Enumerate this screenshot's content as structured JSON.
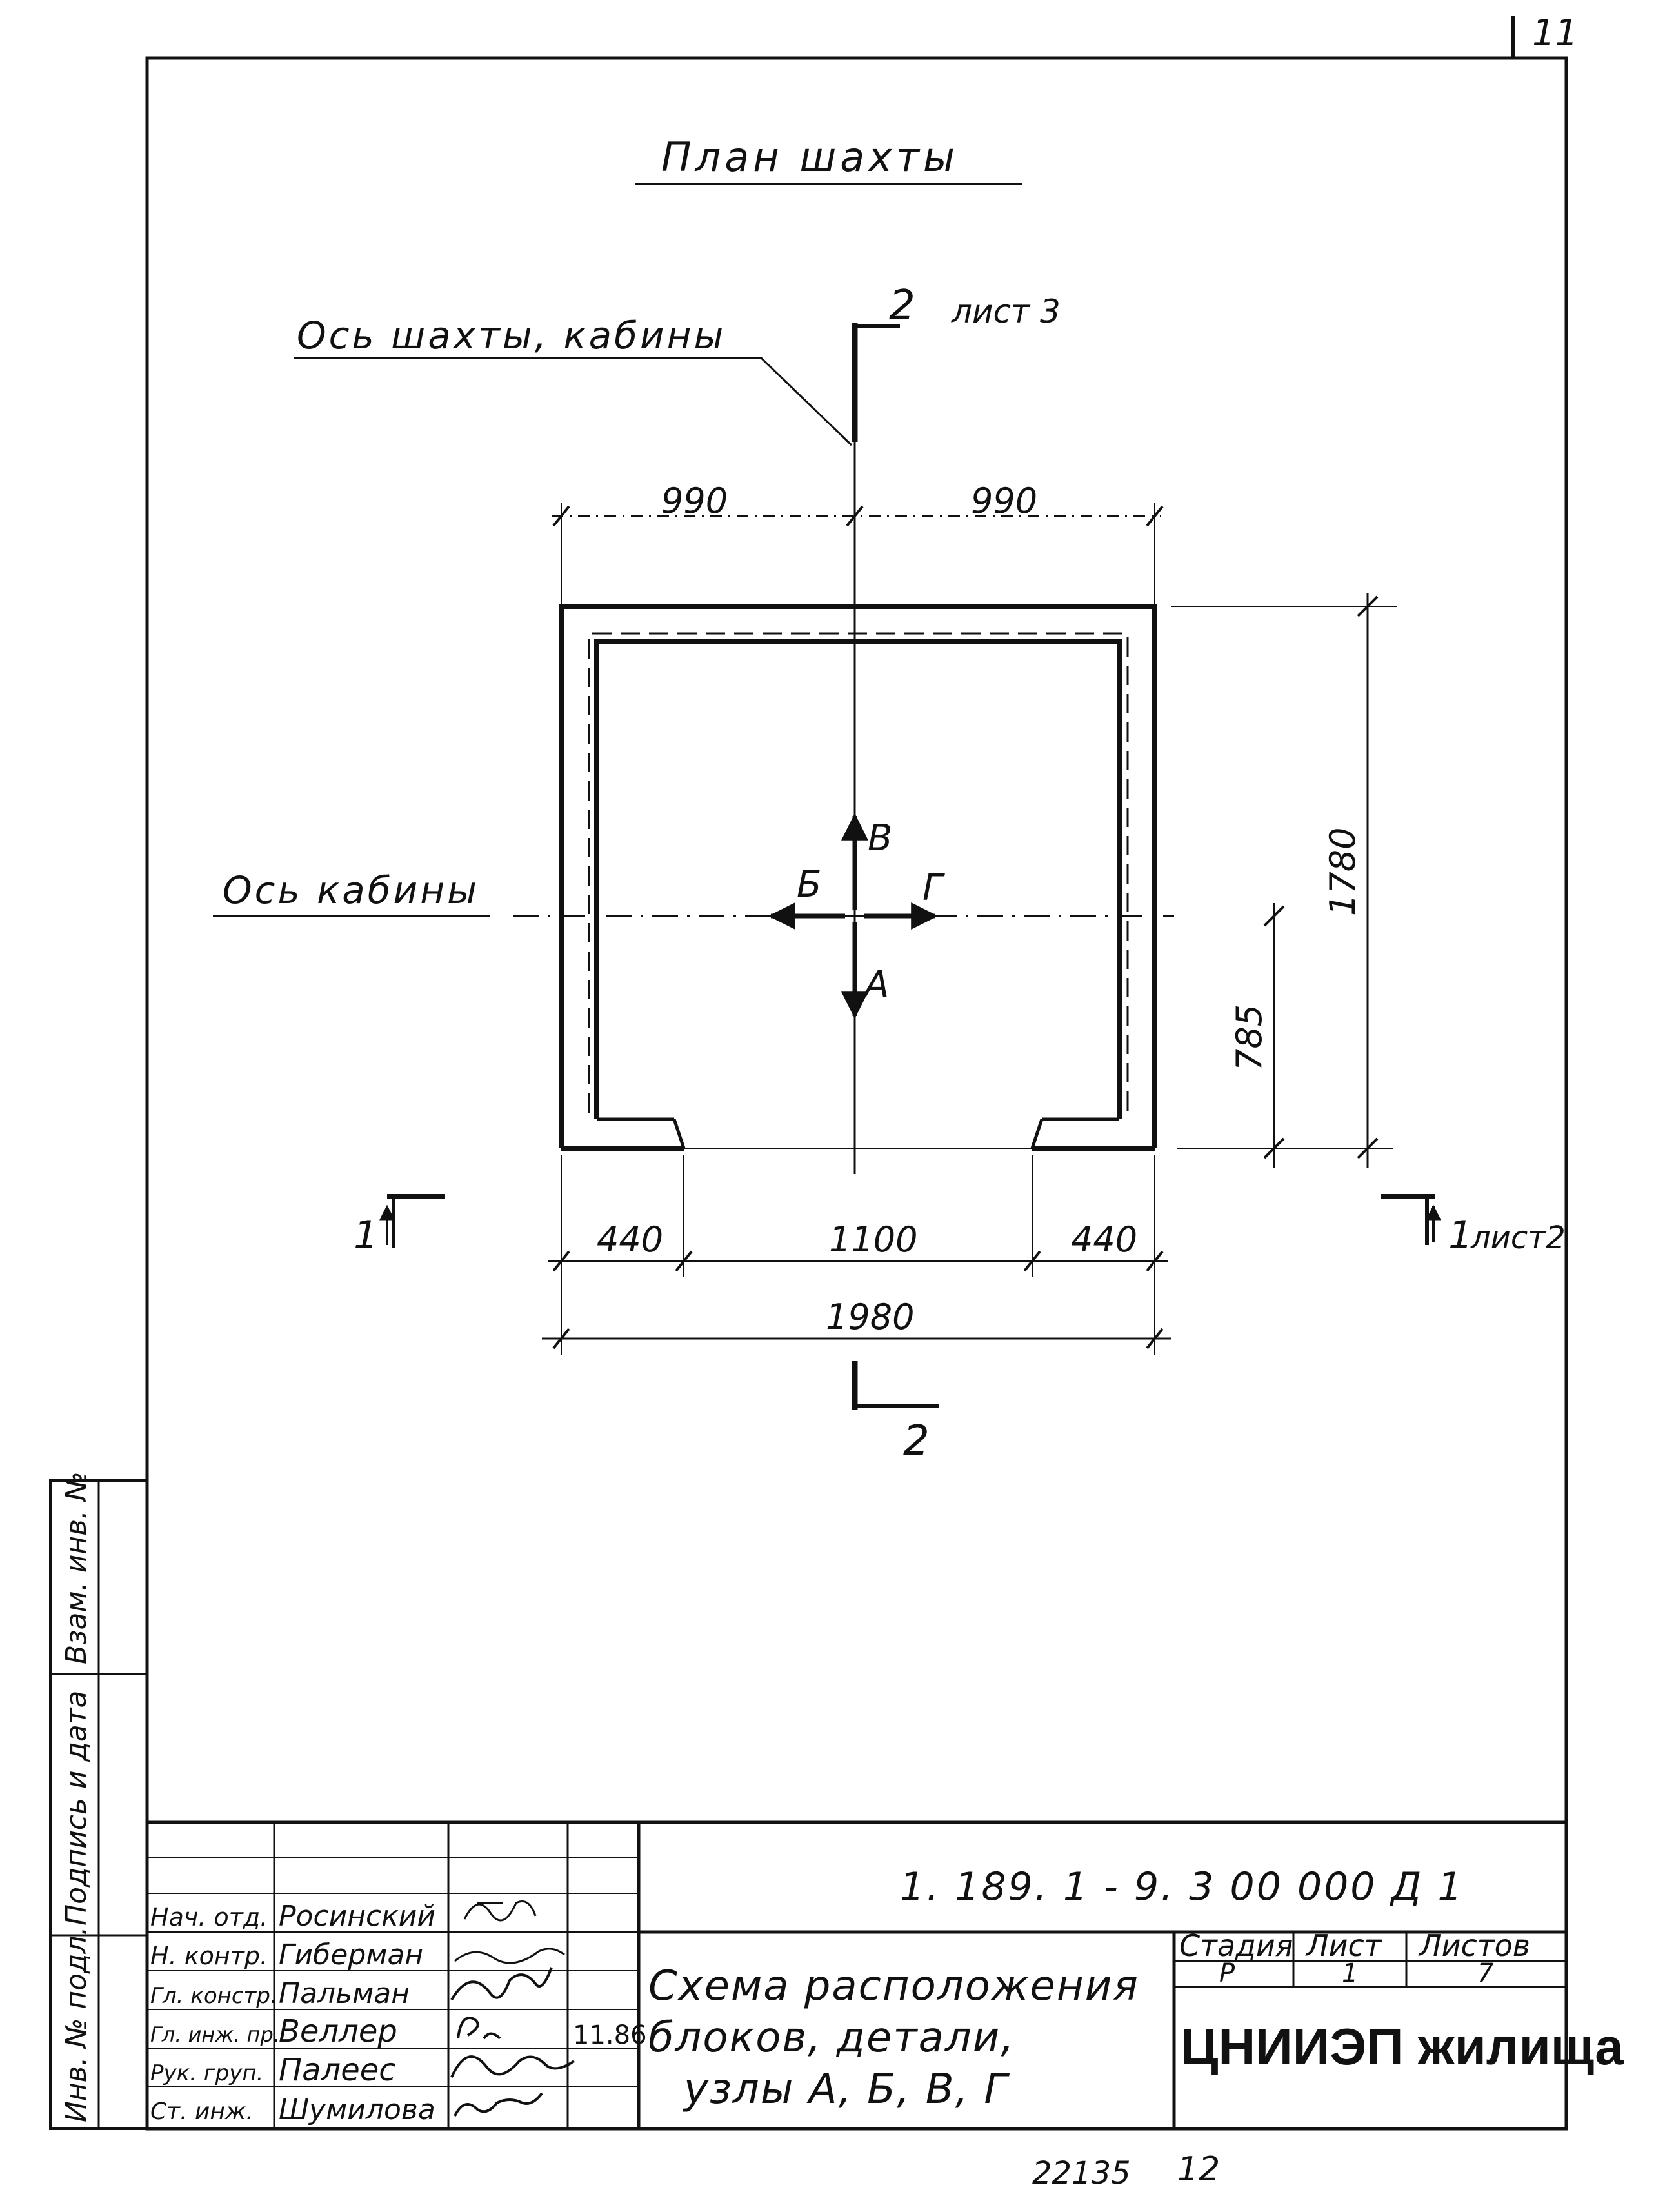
{
  "sheet": {
    "page_number": "11",
    "bottom_note_left": "22135",
    "bottom_note_right": "12"
  },
  "drawing": {
    "title": "План шахты",
    "axis_shaft_cabin": "Ось шахты, кабины",
    "axis_cabin": "Ось кабины",
    "section2_top_number": "2",
    "section2_top_sheet": "лист 3",
    "section2_bottom_number": "2",
    "section1_left_number": "1",
    "section1_right_number": "1",
    "section1_right_sheet": "лист2",
    "dim_top_left": "990",
    "dim_top_right": "990",
    "dim_right_height": "1780",
    "dim_right_partial": "785",
    "dim_bottom_left": "440",
    "dim_bottom_middle": "1100",
    "dim_bottom_right": "440",
    "dim_bottom_total": "1980",
    "dir_up": "В",
    "dir_down": "А",
    "dir_left": "Б",
    "dir_right": "Г"
  },
  "side_stamp": {
    "inv_podl": "Инв. № подл.",
    "podpis_data": "Подпись и дата",
    "vzam_inv": "Взам. инв. №"
  },
  "title_block": {
    "document_code": "1. 189. 1 - 9. 3    00  000  Д 1",
    "document_title_line1": "Схема расположения",
    "document_title_line2": "блоков, детали,",
    "document_title_line3": "узлы   А, Б, В, Г",
    "stage_label": "Стадия",
    "sheet_label": "Лист",
    "sheets_label": "Листов",
    "stage_value": "Р",
    "sheet_value": "1",
    "sheets_value": "7",
    "organization": "ЦНИИЭП жилища",
    "date_note": "11.86",
    "people": [
      {
        "role": "Нач. отд.",
        "name": "Росинский"
      },
      {
        "role": "Н. контр.",
        "name": "Гиберман"
      },
      {
        "role": "Гл. констр.",
        "name": "Пальман"
      },
      {
        "role": "Гл. инж. пр.",
        "name": "Веллер"
      },
      {
        "role": "Рук. груп.",
        "name": "Палеес"
      },
      {
        "role": "Ст. инж.",
        "name": "Шумилова"
      }
    ]
  }
}
